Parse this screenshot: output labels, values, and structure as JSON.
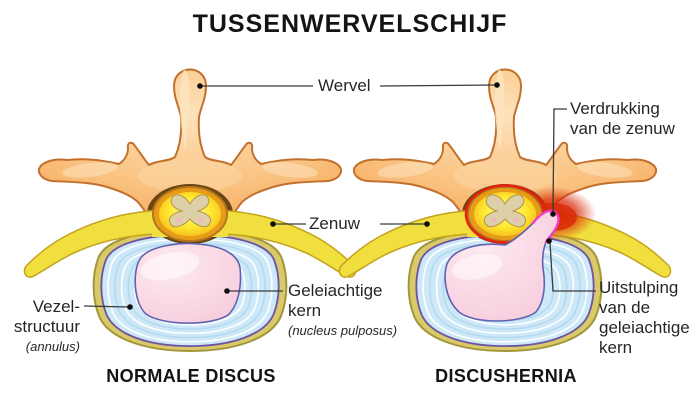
{
  "title": "TUSSENWERVELSCHIJF",
  "figure_labels": {
    "wervel": "Wervel",
    "zenuw": "Zenuw",
    "verdrukking": "Verdrukking\nvan de zenuw",
    "geleiachtige_kern": "Geleiachtige\nkern",
    "geleiachtige_kern_sub": "(nucleus pulposus)",
    "vezelstructuur": "Vezel-\nstructuur",
    "vezelstructuur_sub": "(annulus)",
    "uitstulping": "Uitstulping\nvan de\ngeleiachtige\nkern"
  },
  "captions": {
    "normal": "NORMALE DISCUS",
    "hernia": "DISCUSHERNIA"
  },
  "colors": {
    "bone": "#f7ab5e",
    "bone_light": "#fde2bb",
    "bone_outline": "#c2702c",
    "nerve_yellow": "#f0df3e",
    "nerve_edge": "#c4a31d",
    "canal_dark": "#6b4717",
    "cord_rim": "#e79c18",
    "cord_rim_edge": "#b5761c",
    "cord_core": "#ffe92e",
    "cord_matter": "#ddd0a8",
    "cord_matter_edge": "#b3954e",
    "disc_outer": "#d8ca69",
    "disc_outer_edge": "#a3953c",
    "annulus_blue": "#cde8f8",
    "annulus_streak": "#ffffff",
    "annulus_streak_alt": "#b6d9ee",
    "annulus_edge": "#6f54a3",
    "nucleus_pink": "#f6cbdb",
    "nucleus_light": "#fdeaf1",
    "nucleus_edge": "#6161b2",
    "hernia_red": "#d92a08",
    "hernia_red_ring": "#e6210f",
    "hernia_magenta": "#f23cc8",
    "leader_line": "#3a3a3a",
    "leader_dot": "#0d0d0d",
    "text": "#262626"
  }
}
